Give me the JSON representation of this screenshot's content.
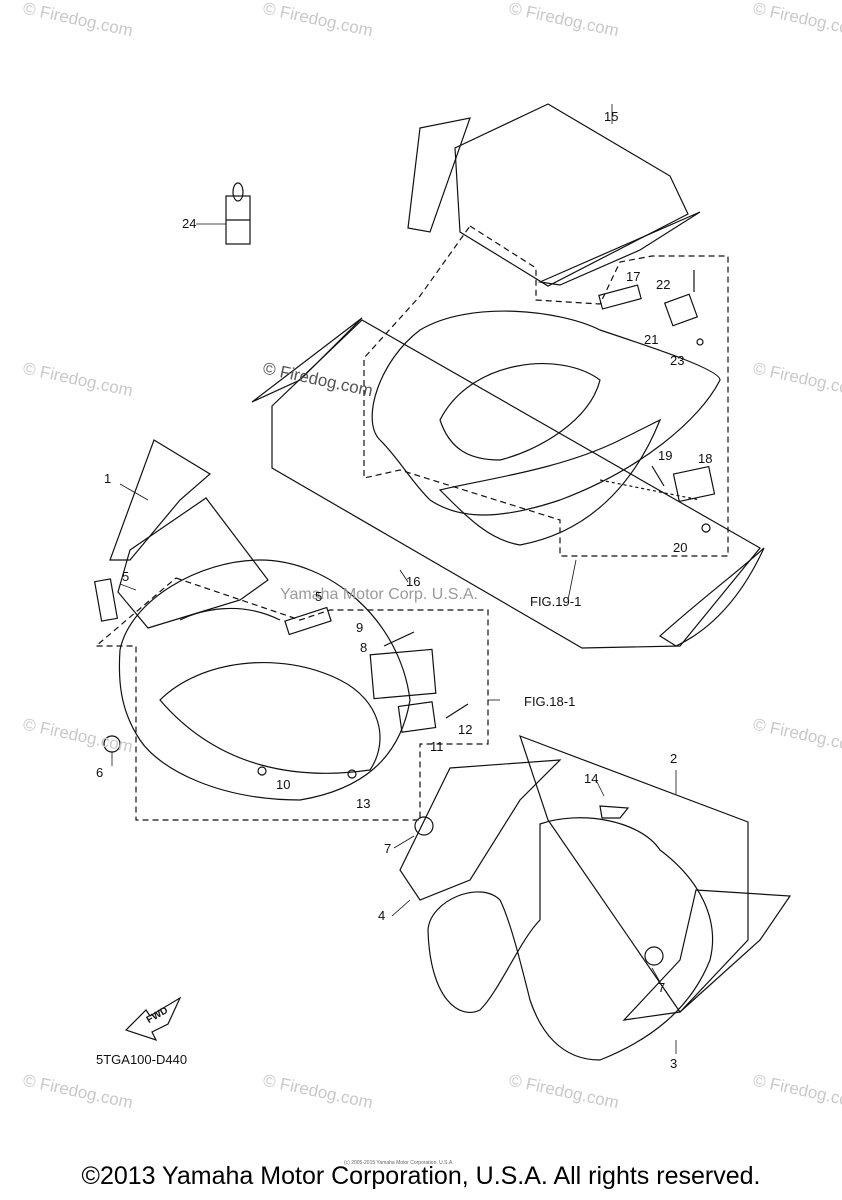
{
  "watermarks": {
    "brand": "© Firedog.com",
    "center": "Yamaha Motor Corp. U.S.A."
  },
  "callouts": {
    "c1": "1",
    "c2": "2",
    "c3": "3",
    "c4": "4",
    "c5a": "5",
    "c5b": "5",
    "c6": "6",
    "c7a": "7",
    "c7b": "7",
    "c8": "8",
    "c9": "9",
    "c10": "10",
    "c11": "11",
    "c12": "12",
    "c13": "13",
    "c14": "14",
    "c15": "15",
    "c16": "16",
    "c17": "17",
    "c18": "18",
    "c19": "19",
    "c20": "20",
    "c21": "21",
    "c22": "22",
    "c23": "23",
    "c24": "24"
  },
  "figure_refs": {
    "fig19": "FIG.19-1",
    "fig18": "FIG.18-1"
  },
  "fwd_label": "FWD",
  "diagram_code": "5TGA100-D440",
  "fine_print": "(c) 2005-2015 Yamaha Motor Corporation, U.S.A.",
  "copyright": "©2013 Yamaha Motor Corporation, U.S.A. All rights reserved."
}
